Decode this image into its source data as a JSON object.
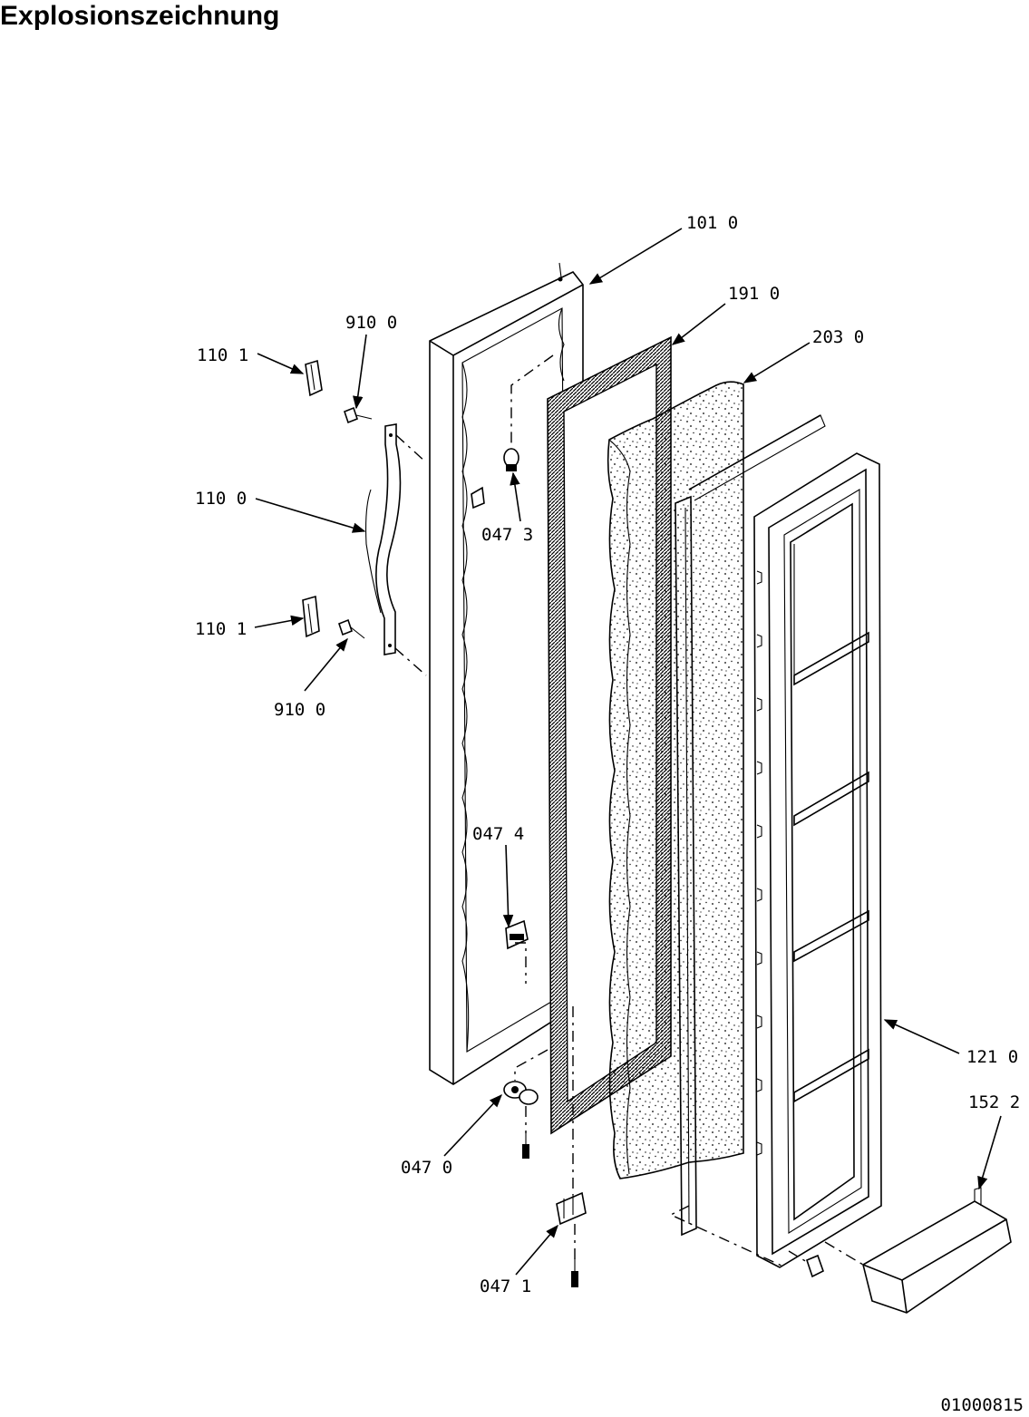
{
  "title": "Explosionszeichnung",
  "document_number": "01000815",
  "callouts": [
    {
      "id": "101",
      "text": "101 0"
    },
    {
      "id": "191",
      "text": "191 0"
    },
    {
      "id": "203",
      "text": "203 0"
    },
    {
      "id": "910a",
      "text": "910 0"
    },
    {
      "id": "1101a",
      "text": "110 1"
    },
    {
      "id": "1100",
      "text": "110 0"
    },
    {
      "id": "0473",
      "text": "047 3"
    },
    {
      "id": "1101b",
      "text": "110 1"
    },
    {
      "id": "910b",
      "text": "910 0"
    },
    {
      "id": "0474",
      "text": "047 4"
    },
    {
      "id": "1210",
      "text": "121 0"
    },
    {
      "id": "1522",
      "text": "152 2"
    },
    {
      "id": "0470",
      "text": "047 0"
    },
    {
      "id": "0471",
      "text": "047 1"
    }
  ]
}
